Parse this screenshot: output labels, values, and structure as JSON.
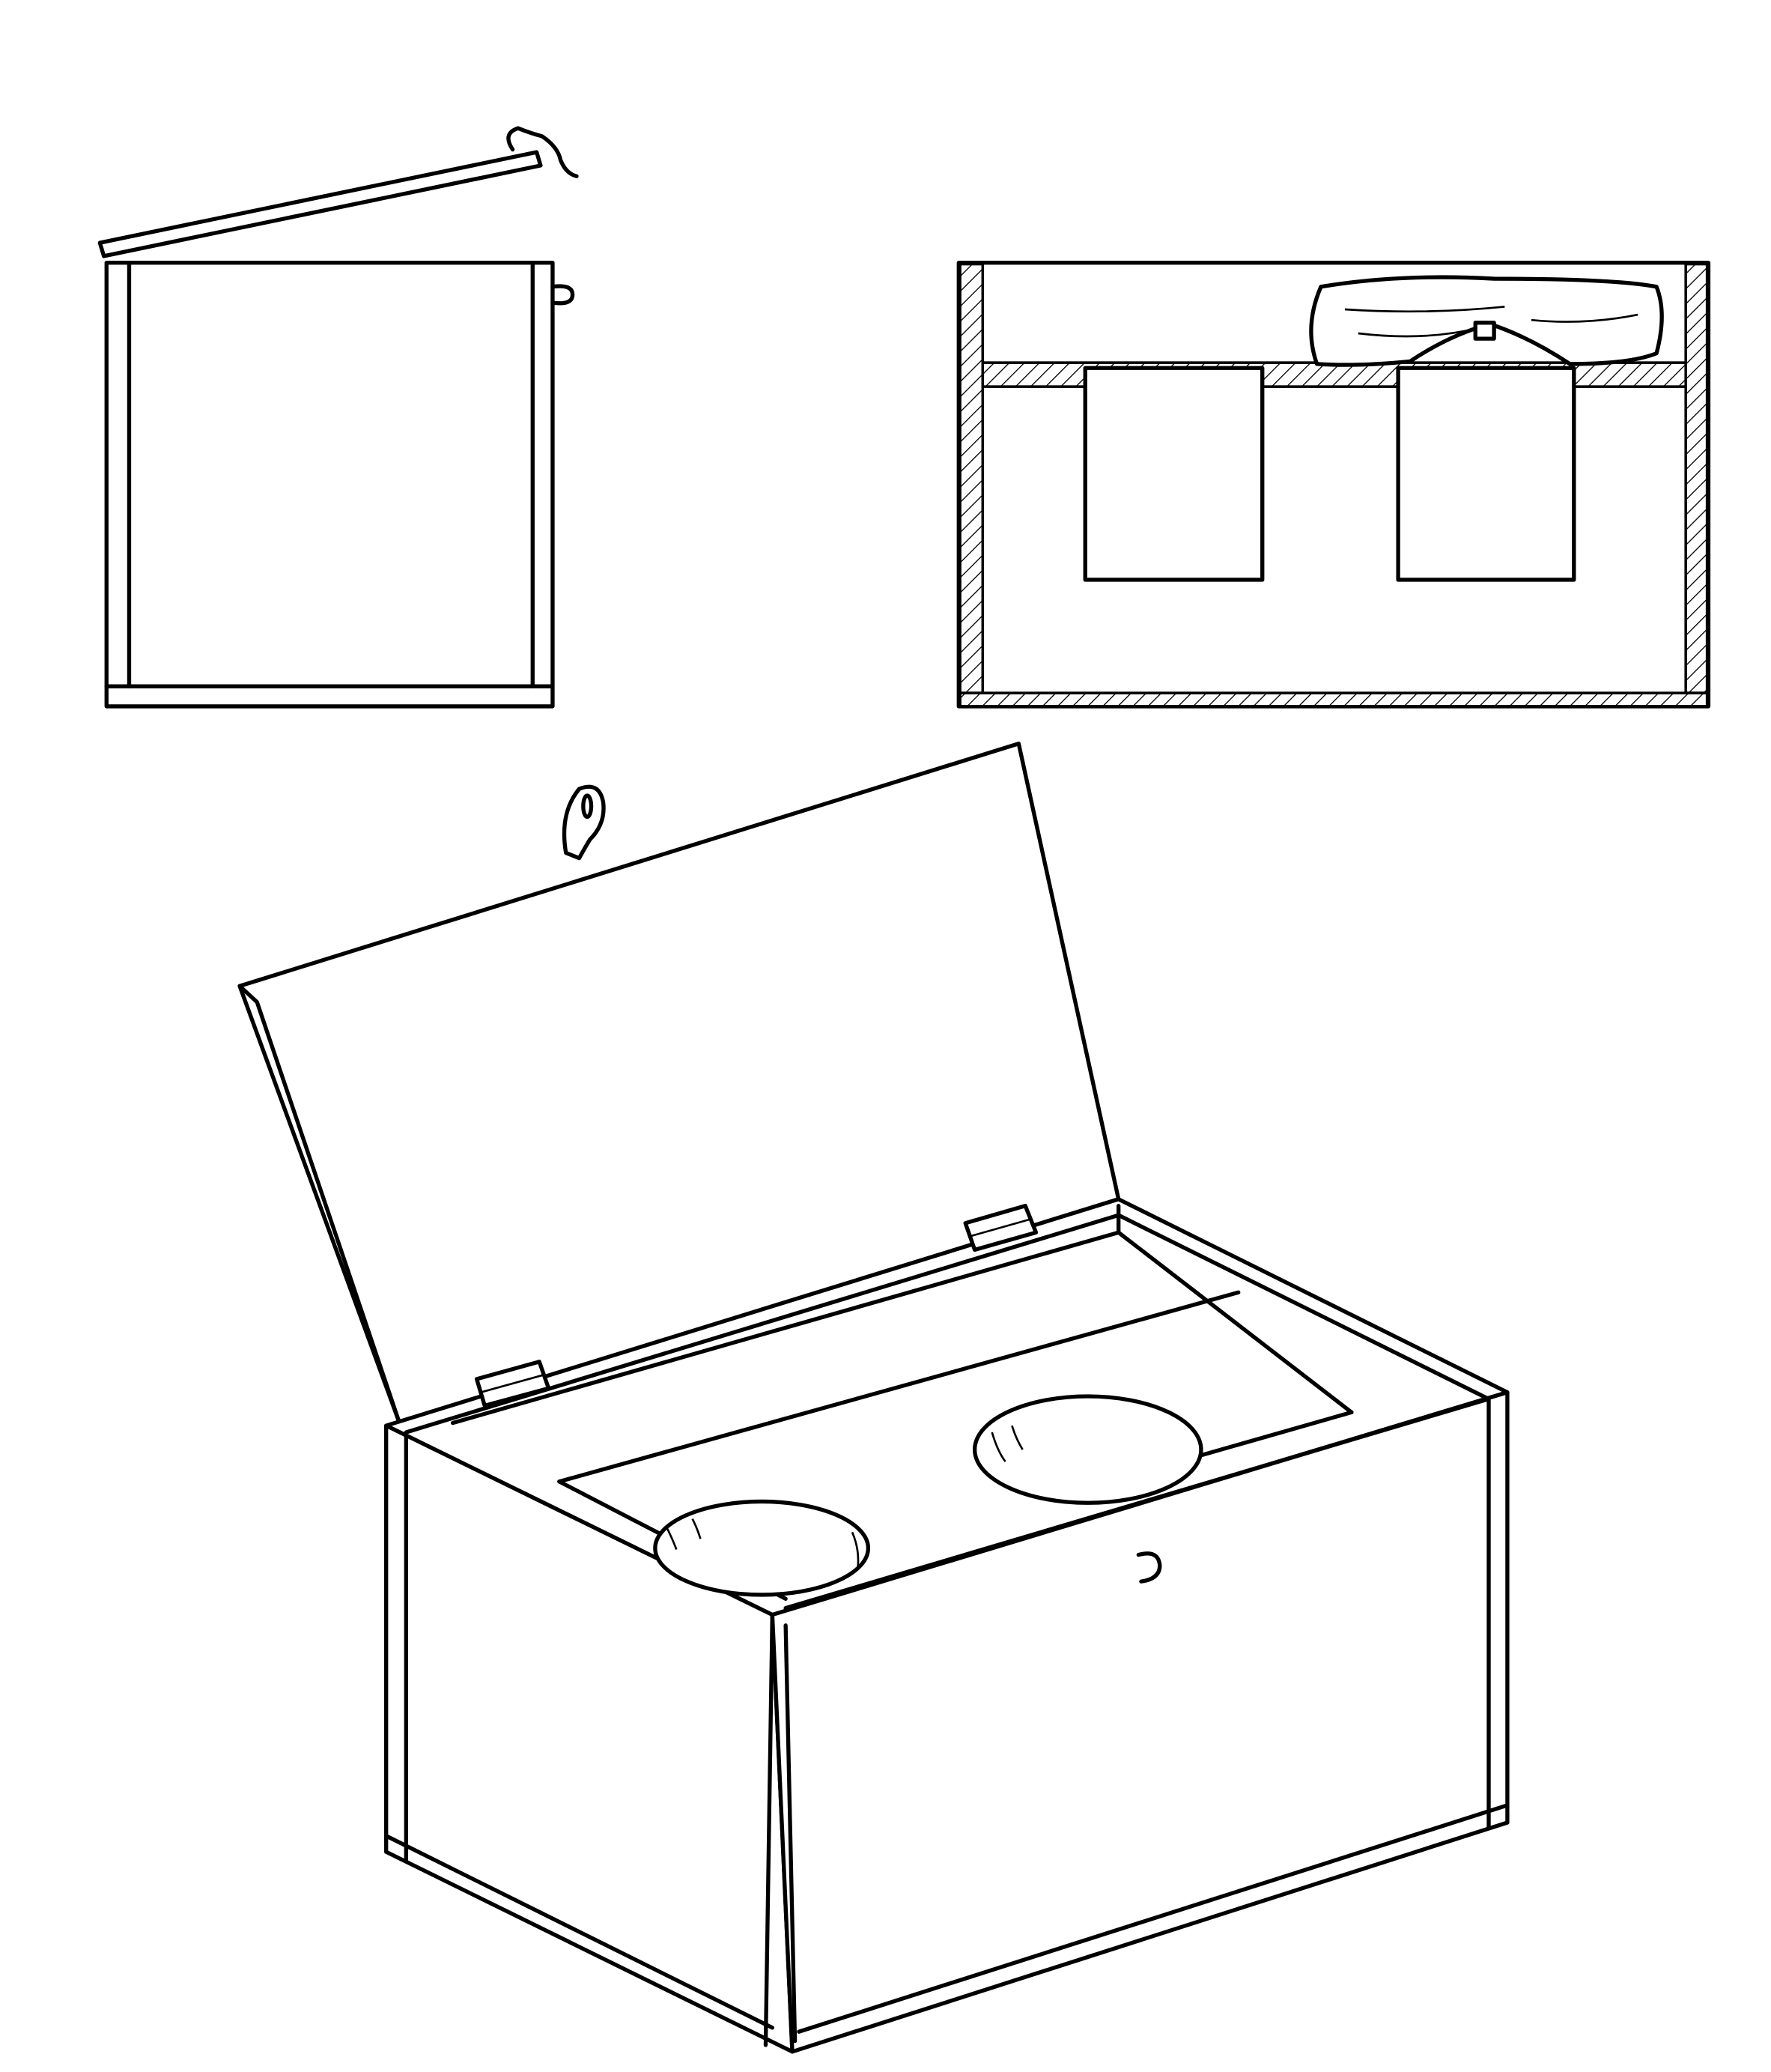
{
  "figure": {
    "views": [
      "side-view",
      "cross-section",
      "perspective-view"
    ],
    "colors": {
      "ink": "#000000",
      "paper": "#ffffff"
    }
  }
}
